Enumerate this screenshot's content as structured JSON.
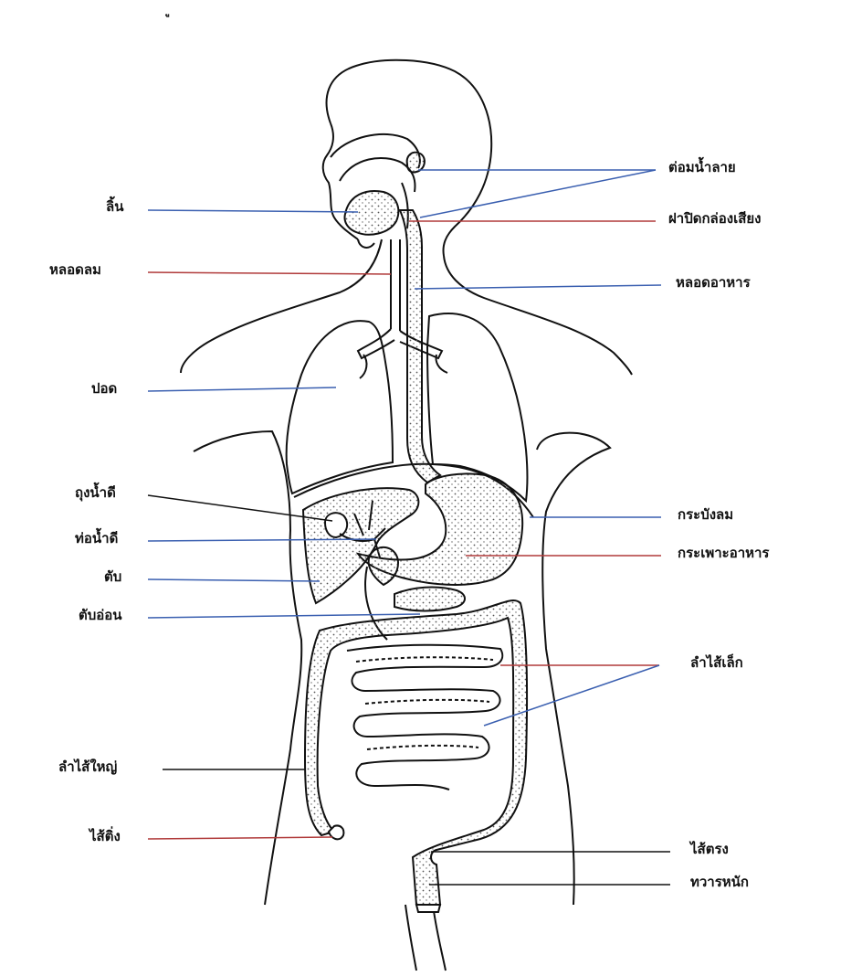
{
  "top_fragment": "ู",
  "labels": {
    "tongue": "ลิ้น",
    "trachea": "หลอดลม",
    "lung": "ปอด",
    "gallbladder": "ถุงน้ำดี",
    "bile_duct": "ท่อน้ำดี",
    "liver": "ตับ",
    "pancreas": "ตับอ่อน",
    "large_intestine": "ลำไส้ใหญ่",
    "appendix": "ไส้ติ่ง",
    "salivary_gland": "ต่อมน้ำลาย",
    "epiglottis": "ฝาปิดกล่องเสียง",
    "esophagus": "หลอดอาหาร",
    "diaphragm": "กระบังลม",
    "stomach": "กระเพาะอาหาร",
    "small_intestine": "ลำไส้เล็ก",
    "rectum": "ไส้ตรง",
    "anus": "ทวารหนัก"
  },
  "colors": {
    "line": "#111111",
    "leader_blue": "#3a5fb0",
    "leader_red": "#b03a3a",
    "stipple": "#555555"
  }
}
